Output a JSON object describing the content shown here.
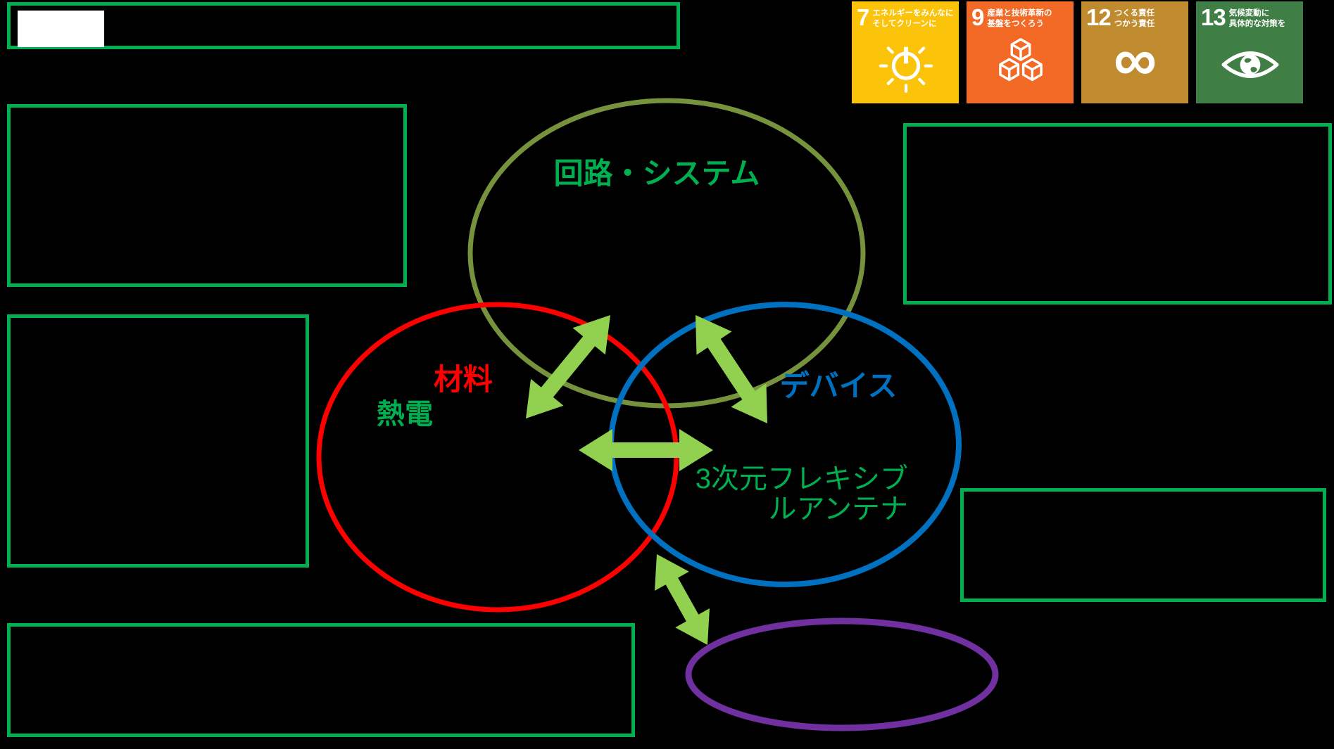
{
  "colors": {
    "canvas_bg": "#000000",
    "box_border": "#00B050",
    "circuit_circle": "#76923C",
    "materials_circle": "#FF0000",
    "devices_circle": "#0070C0",
    "mems_ellipse": "#7030A0",
    "arrow": "#92D050",
    "circuit_label": "#00B050",
    "material_label": "#FF0000",
    "thermo_label": "#00B050",
    "device_label": "#0070C0",
    "antenna_label": "#00B050",
    "logo_bg": "#FFFFFF"
  },
  "venn": {
    "circuit_label": "回路・システム",
    "material_label": "材料",
    "thermoelectric_label": "熱電",
    "device_label": "デバイス",
    "antenna_label_line1": "3次元フレキシブ",
    "antenna_label_line2": "ルアンテナ"
  },
  "sdg": {
    "goals": [
      {
        "number": "7",
        "title_line1": "エネルギーをみんなに",
        "title_line2": "そしてクリーンに",
        "color": "#FCC30B",
        "icon": "sun-power-icon"
      },
      {
        "number": "9",
        "title_line1": "産業と技術革新の",
        "title_line2": "基盤をつくろう",
        "color": "#F26A25",
        "icon": "cubes-icon"
      },
      {
        "number": "12",
        "title_line1": "つくる責任",
        "title_line2": "つかう責任",
        "color": "#BF8B2E",
        "icon": "infinity-icon",
        "glyph": "∞"
      },
      {
        "number": "13",
        "title_line1": "気候変動に",
        "title_line2": "具体的な対策を",
        "color": "#3F7E44",
        "icon": "eye-globe-icon"
      }
    ]
  }
}
